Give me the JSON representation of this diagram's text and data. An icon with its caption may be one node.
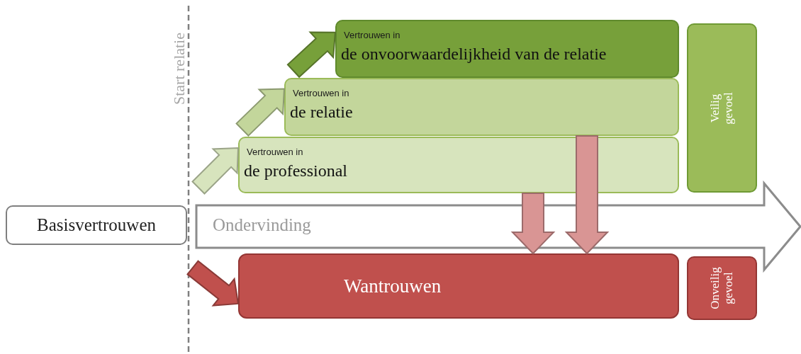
{
  "diagram": {
    "nodes": [
      {
        "text": [
          "Basisvertrouwen"
        ]
      },
      {
        "text": [
          "Ondervinding"
        ]
      },
      {
        "text": [
          "Vertrouwen in",
          "de onvoorwaardelijkheid van de relatie"
        ]
      },
      {
        "text": [
          "Vertrouwen in",
          "de relatie"
        ]
      },
      {
        "text": [
          "Vertrouwen in",
          "de professional"
        ]
      },
      {
        "text": [
          "Veilig gevoel"
        ]
      },
      {
        "text": [
          "Wantrouwen"
        ]
      },
      {
        "text": [
          "Onveilig gevoel"
        ]
      }
    ],
    "edges": [
      {
        "from": null,
        "to": 4,
        "arrow": "to",
        "color": "#d7e4bd"
      },
      {
        "from": null,
        "to": 3,
        "arrow": "to",
        "color": "#c3d69b"
      },
      {
        "from": null,
        "to": 2,
        "arrow": "to",
        "color": "#77a03a"
      },
      {
        "from": null,
        "to": 6,
        "arrow": "to",
        "color": "#c0504d"
      },
      {
        "from": 4,
        "to": 6,
        "arrow": "to",
        "color": "#d99594"
      },
      {
        "from": 3,
        "to": 6,
        "arrow": "to",
        "color": "#d99594"
      }
    ],
    "labels": [
      "Start relatie"
    ]
  }
}
